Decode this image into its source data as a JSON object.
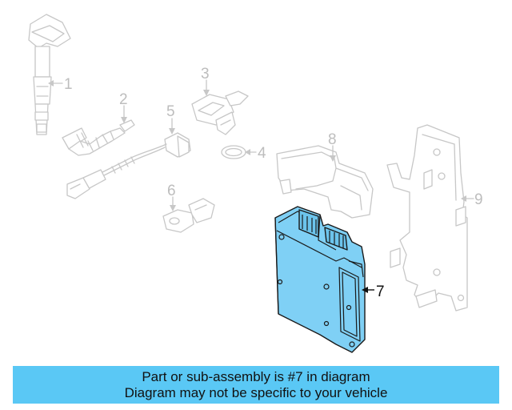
{
  "diagram": {
    "callouts": [
      "1",
      "2",
      "3",
      "4",
      "5",
      "6",
      "7",
      "8",
      "9"
    ],
    "highlighted_callout": "7",
    "highlight_color": "#7fd0f5",
    "ghost_color": "#c7c7c7"
  },
  "banner": {
    "line1": "Part or sub-assembly is #7 in diagram",
    "line2": "Diagram may not be specific to your vehicle",
    "background": "#5ac8f5"
  }
}
